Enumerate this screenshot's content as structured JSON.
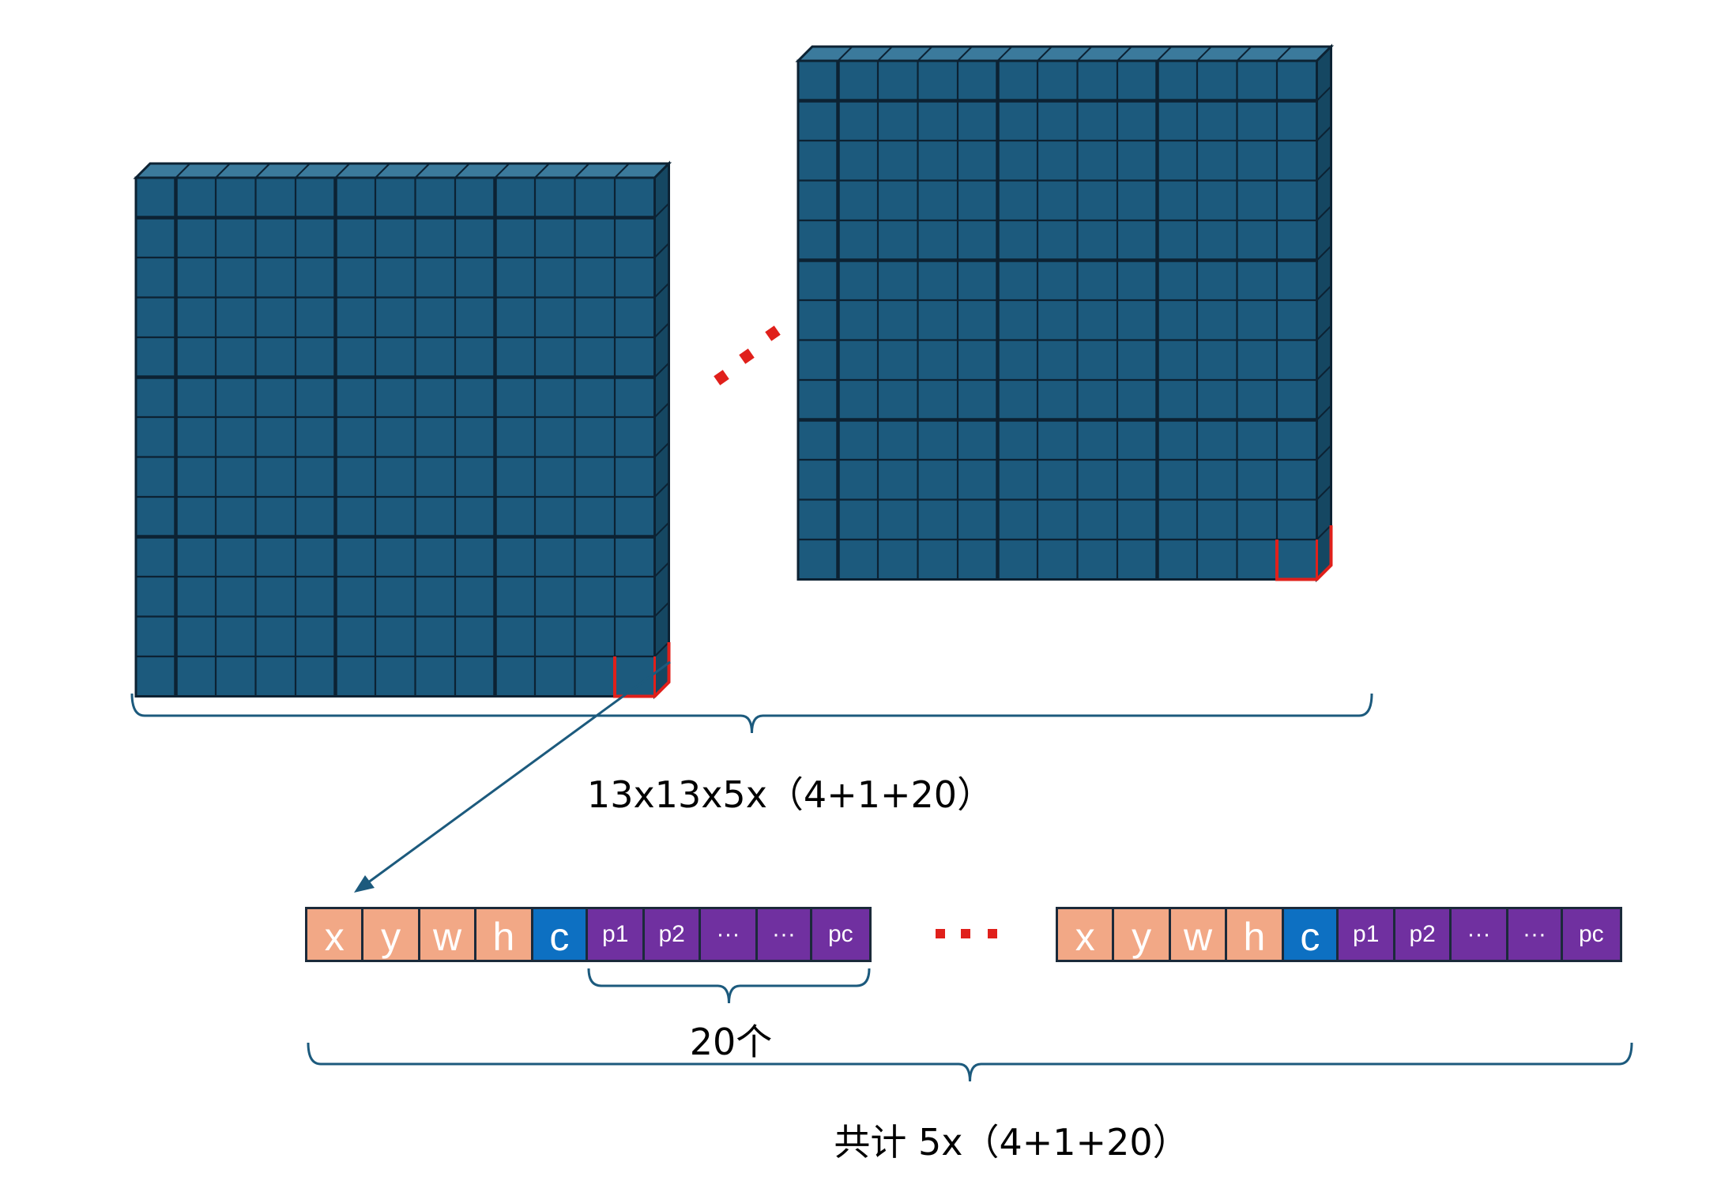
{
  "diagram": {
    "grid_label": "13x13x5x（4+1+20）",
    "class_count_label": "20个",
    "total_label": "共计 5x（4+1+20）",
    "ellipsis_glyph": "···",
    "vector_cells": [
      {
        "label": "x",
        "kind": "coord"
      },
      {
        "label": "y",
        "kind": "coord"
      },
      {
        "label": "w",
        "kind": "coord"
      },
      {
        "label": "h",
        "kind": "coord"
      },
      {
        "label": "c",
        "kind": "conf"
      },
      {
        "label": "p1",
        "kind": "prob"
      },
      {
        "label": "p2",
        "kind": "prob"
      },
      {
        "label": "···",
        "kind": "prob"
      },
      {
        "label": "···",
        "kind": "prob"
      },
      {
        "label": "pc",
        "kind": "prob"
      }
    ],
    "colors": {
      "cube_face": "#1c5a7d",
      "cube_top": "#3b7a9c",
      "cube_side": "#154762",
      "grid_line": "#0c2233",
      "highlight": "#e0201b",
      "arrow": "#1c5a7d",
      "brace": "#1c5a7d",
      "coord": "#f2a886",
      "conf": "#0d70c2",
      "prob": "#7030a0",
      "dots": "#e0201b"
    }
  }
}
